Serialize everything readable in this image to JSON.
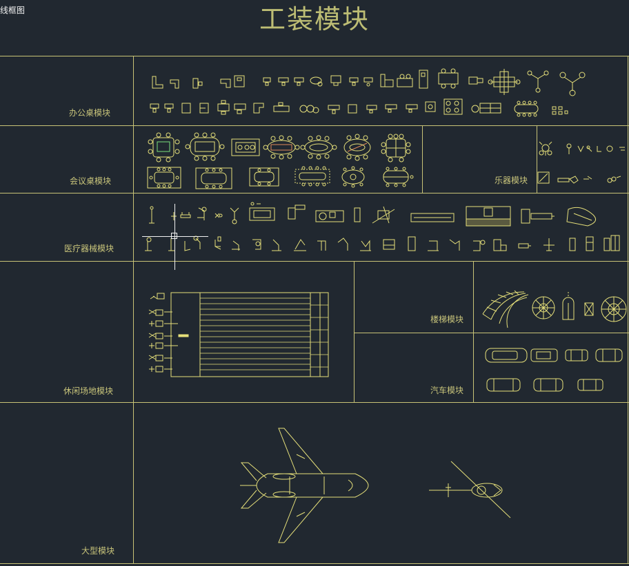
{
  "viewport_label": "线框图",
  "title": "工装模块",
  "modules": {
    "office_desk": "办公桌模块",
    "meeting_table": "会议桌模块",
    "instrument": "乐器模块",
    "medical": "医疗器械模块",
    "leisure": "休闲场地模块",
    "stairs": "楼梯模块",
    "car": "汽车模块",
    "large": "大型模块"
  },
  "colors": {
    "background": "#212830",
    "line": "#c9c477",
    "symbol": "#e6e07a",
    "text": "#c8c47a",
    "crosshair": "#f2f2f2"
  }
}
